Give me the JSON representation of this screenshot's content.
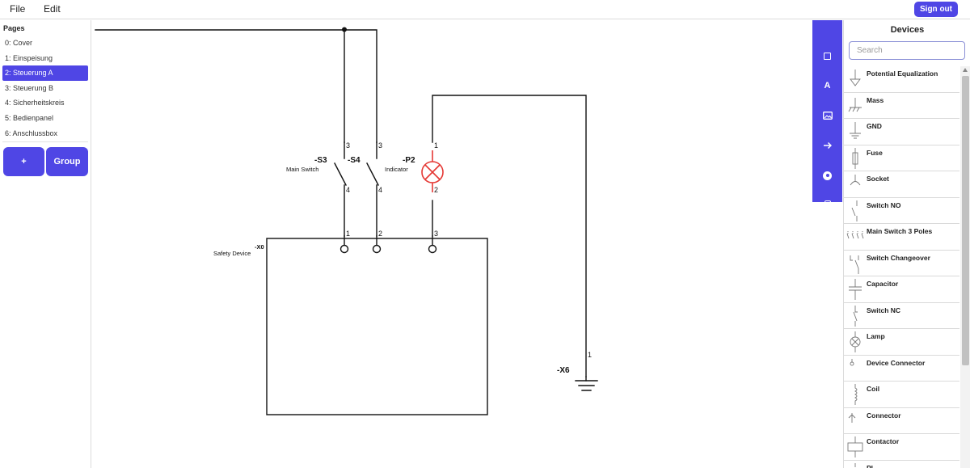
{
  "menu": {
    "file": "File",
    "edit": "Edit"
  },
  "account": {
    "sign_out": "Sign out"
  },
  "pages": {
    "title": "Pages",
    "items": [
      {
        "label": "0: Cover"
      },
      {
        "label": "1: Einspeisung"
      },
      {
        "label": "2: Steuerung A"
      },
      {
        "label": "3: Steuerung B"
      },
      {
        "label": "4: Sicherheitskreis"
      },
      {
        "label": "5: Bedienpanel"
      },
      {
        "label": "6: Anschlussbox"
      }
    ],
    "active_index": 2,
    "add_label": "+",
    "group_label": "Group"
  },
  "tools": [
    {
      "icon": "square-icon"
    },
    {
      "icon": "text-icon",
      "glyph": "A"
    },
    {
      "icon": "image-icon"
    },
    {
      "icon": "arrow-right-icon"
    },
    {
      "icon": "circle-dot-icon"
    },
    {
      "icon": "phone-icon"
    }
  ],
  "devices_panel": {
    "title": "Devices",
    "search_placeholder": "Search",
    "items": [
      {
        "label": "Potential Equalization",
        "icon": "potential-equalization-icon"
      },
      {
        "label": "Mass",
        "icon": "mass-icon"
      },
      {
        "label": "GND",
        "icon": "ground-icon"
      },
      {
        "label": "Fuse",
        "icon": "fuse-icon"
      },
      {
        "label": "Socket",
        "icon": "socket-icon"
      },
      {
        "label": "Switch NO",
        "icon": "switch-no-icon"
      },
      {
        "label": "Main Switch 3 Poles",
        "icon": "main-switch-3-poles-icon"
      },
      {
        "label": "Switch Changeover",
        "icon": "switch-changeover-icon"
      },
      {
        "label": "Capacitor",
        "icon": "capacitor-icon"
      },
      {
        "label": "Switch NC",
        "icon": "switch-nc-icon"
      },
      {
        "label": "Lamp",
        "icon": "lamp-icon"
      },
      {
        "label": "Device Connector",
        "icon": "device-connector-icon"
      },
      {
        "label": "Coil",
        "icon": "coil-icon"
      },
      {
        "label": "Connector",
        "icon": "connector-icon"
      },
      {
        "label": "Contactor",
        "icon": "contactor-icon"
      },
      {
        "label": "Pl",
        "icon": "device-icon"
      }
    ]
  },
  "schematic": {
    "components": {
      "s3": {
        "tag": "-S3",
        "desc": "Main Switch",
        "pin_top": "3",
        "pin_bottom": "4"
      },
      "s4": {
        "tag": "-S4",
        "pin_top": "3",
        "pin_bottom": "4"
      },
      "p2": {
        "tag": "-P2",
        "desc": "Indicator",
        "pin_top": "1",
        "pin_bottom": "2"
      },
      "x0": {
        "tag": "-X0",
        "desc": "Safety Device",
        "pins": [
          "1",
          "2",
          "3"
        ]
      },
      "x6": {
        "tag": "-X6",
        "pin": "1"
      }
    },
    "colors": {
      "wire": "#111111",
      "lamp": "#e53935",
      "accent": "#4f46e5"
    }
  }
}
